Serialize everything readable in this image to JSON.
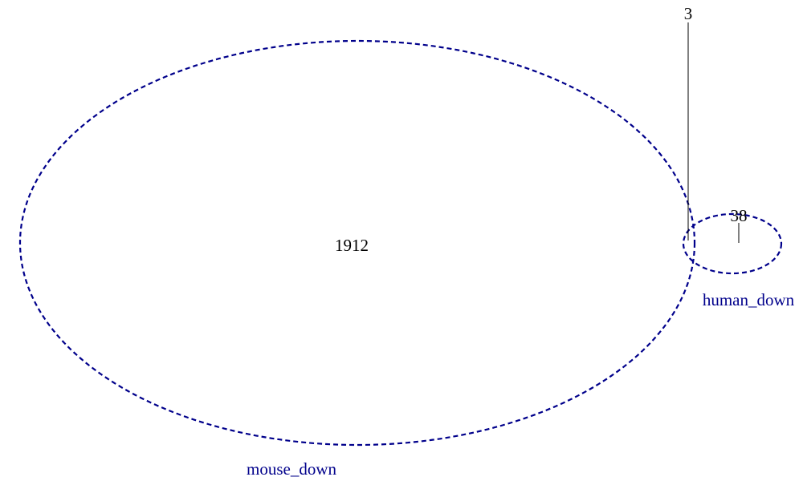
{
  "diagram": {
    "type": "venn",
    "colors": {
      "outline": "#00008B",
      "set_label": "#00008B",
      "count": "#000000",
      "background": "#ffffff"
    },
    "sets": [
      {
        "key": "mouse",
        "label": "mouse_down",
        "only_count": "1912"
      },
      {
        "key": "human",
        "label": "human_down",
        "only_count": "38"
      }
    ],
    "intersection": {
      "count": "3"
    }
  }
}
